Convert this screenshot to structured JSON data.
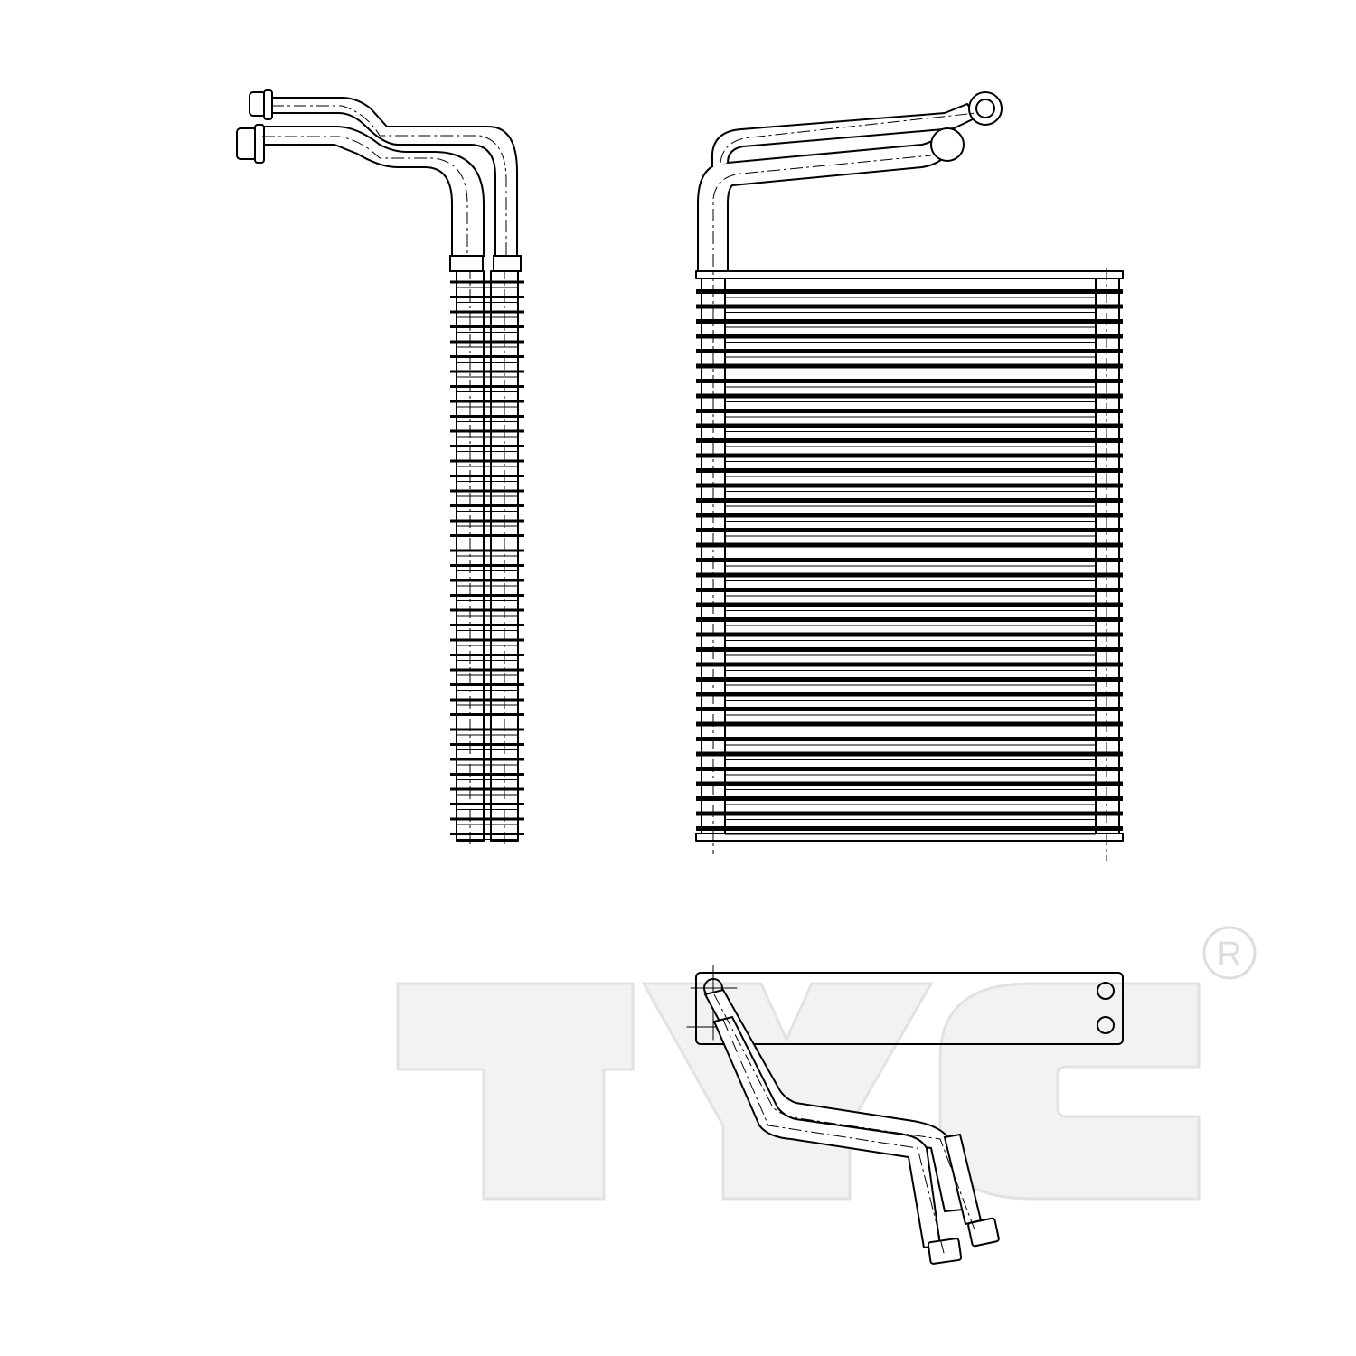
{
  "logo": {
    "text": "TYC",
    "registered_mark": "R"
  },
  "colors": {
    "line": "#000000",
    "watermark": "#e6e6e6",
    "background": "#ffffff"
  },
  "views": [
    "side-view",
    "front-view",
    "top-view"
  ]
}
